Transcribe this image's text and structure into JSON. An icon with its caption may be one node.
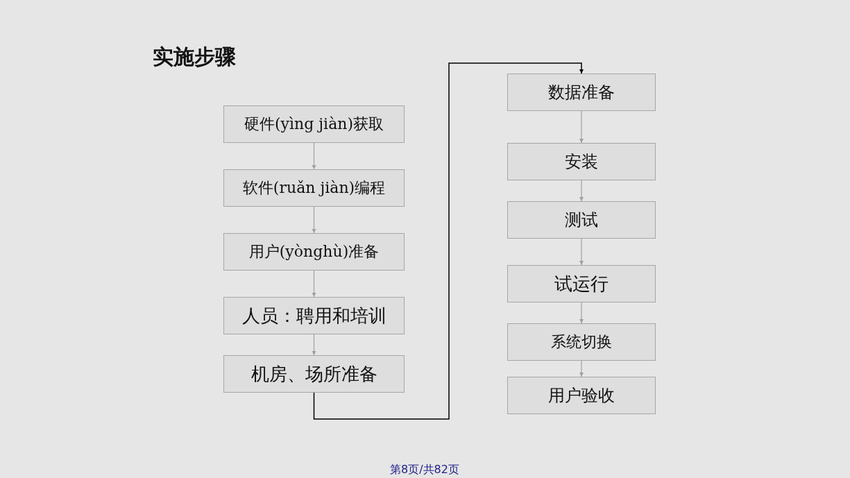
{
  "diagram": {
    "title": "实施步骤",
    "nodes": [
      {
        "text": [
          "硬件(yìng jiàn)获取"
        ]
      },
      {
        "text": [
          "软件(ruǎn jiàn)编程"
        ]
      },
      {
        "text": [
          "用户(yònghù)准备"
        ]
      },
      {
        "text": [
          "人员：聘用和培训"
        ]
      },
      {
        "text": [
          "机房、场所准备"
        ]
      },
      {
        "text": [
          "数据准备"
        ]
      },
      {
        "text": [
          "安装"
        ]
      },
      {
        "text": [
          "测试"
        ]
      },
      {
        "text": [
          "试运行"
        ]
      },
      {
        "text": [
          "系统切换"
        ]
      },
      {
        "text": [
          "用户验收"
        ]
      }
    ],
    "edges": [
      {
        "from": 0,
        "to": 1,
        "arrow": "to"
      },
      {
        "from": 1,
        "to": 2,
        "arrow": "to"
      },
      {
        "from": 2,
        "to": 3,
        "arrow": "to"
      },
      {
        "from": 3,
        "to": 4,
        "arrow": "to"
      },
      {
        "from": 4,
        "to": 5,
        "arrow": "to",
        "color": "#000000"
      },
      {
        "from": 5,
        "to": 6,
        "arrow": "to"
      },
      {
        "from": 6,
        "to": 7,
        "arrow": "to"
      },
      {
        "from": 7,
        "to": 8,
        "arrow": "to"
      },
      {
        "from": 8,
        "to": 9,
        "arrow": "to"
      },
      {
        "from": 9,
        "to": 10,
        "arrow": "to"
      }
    ],
    "labels": [
      "第8页/共82页"
    ]
  }
}
